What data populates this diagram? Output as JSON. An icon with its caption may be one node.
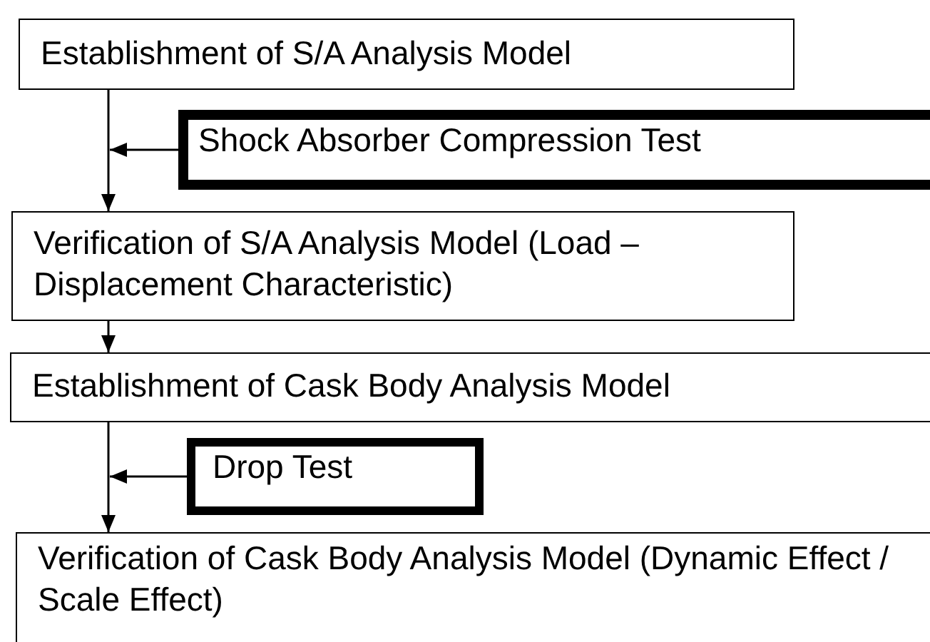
{
  "diagram": {
    "nodes": [
      {
        "text": [
          "Establishment of S/A Analysis Model"
        ]
      },
      {
        "text": [
          "Shock Absorber Compression Test"
        ]
      },
      {
        "text": [
          "Verification of S/A Analysis Model (Load – Displacement Characteristic)"
        ]
      },
      {
        "text": [
          "Establishment of Cask Body Analysis Model"
        ]
      },
      {
        "text": [
          "Drop Test"
        ]
      },
      {
        "text": [
          "Verification of Cask Body Analysis Model (Dynamic Effect / Scale Effect)"
        ]
      }
    ],
    "edges": [
      {
        "from": 0,
        "to": 2,
        "arrow": "to"
      },
      {
        "from": 1,
        "to": null,
        "arrow": "to"
      },
      {
        "from": 2,
        "to": 3,
        "arrow": "to"
      },
      {
        "from": 3,
        "to": 5,
        "arrow": "to"
      },
      {
        "from": 4,
        "to": null,
        "arrow": "to"
      }
    ]
  }
}
